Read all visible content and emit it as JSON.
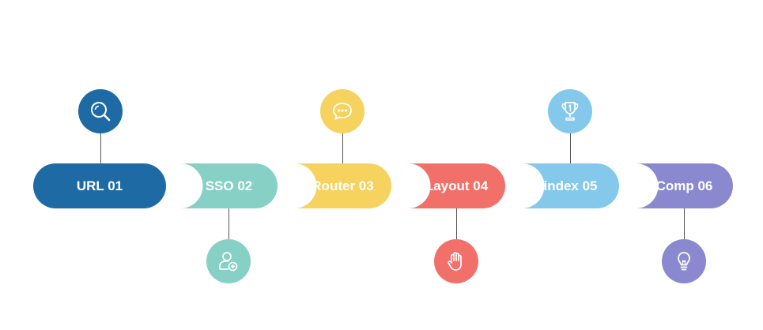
{
  "steps": [
    {
      "label": "URL 01",
      "color": "#1e6aa5",
      "icon": "search-icon",
      "icon_position": "top"
    },
    {
      "label": "SSO 02",
      "color": "#86d0c6",
      "icon": "user-add-icon",
      "icon_position": "bottom"
    },
    {
      "label": "Router 03",
      "color": "#f6d25e",
      "icon": "chat-icon",
      "icon_position": "top"
    },
    {
      "label": "Layout 04",
      "color": "#f2706a",
      "icon": "hand-icon",
      "icon_position": "bottom"
    },
    {
      "label": "index 05",
      "color": "#84c8eb",
      "icon": "trophy-icon",
      "icon_position": "top"
    },
    {
      "label": "Comp 06",
      "color": "#8a89d0",
      "icon": "lightbulb-icon",
      "icon_position": "bottom"
    }
  ]
}
